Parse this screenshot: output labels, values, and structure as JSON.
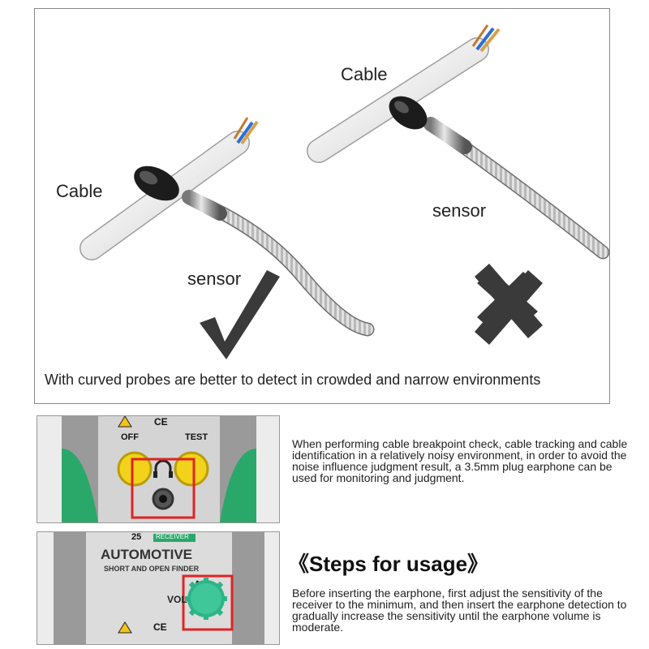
{
  "top": {
    "cable_left": "Cable",
    "cable_right": "Cable",
    "sensor_left": "sensor",
    "sensor_right": "sensor",
    "caption": "With curved probes are better to detect in crowded and narrow environments"
  },
  "panel1": {
    "off_label": "OFF",
    "test_label": "TEST",
    "ce_mark": "CE",
    "description": "When performing cable breakpoint check, cable tracking and cable identification in a relatively noisy environment, in order to avoid the noise influence judgment result, a 3.5mm plug earphone can be used for monitoring and judgment."
  },
  "panel2": {
    "model": "25",
    "badge": "RECEIVER",
    "title": "AUTOMOTIVE",
    "subtitle": "SHORT AND OPEN FINDER",
    "vol_label": "VOL",
    "ce_mark": "CE"
  },
  "steps": {
    "title": "《Steps for usage》",
    "description": "Before inserting the earphone, first adjust the sensitivity of the receiver to the minimum, and then insert the earphone detection to gradually increase the sensitivity until the earphone volume is moderate."
  },
  "colors": {
    "device_green": "#2aa86a",
    "button_yellow": "#f2d21b",
    "highlight_red": "#e02424",
    "knob_green": "#3fc79a"
  }
}
